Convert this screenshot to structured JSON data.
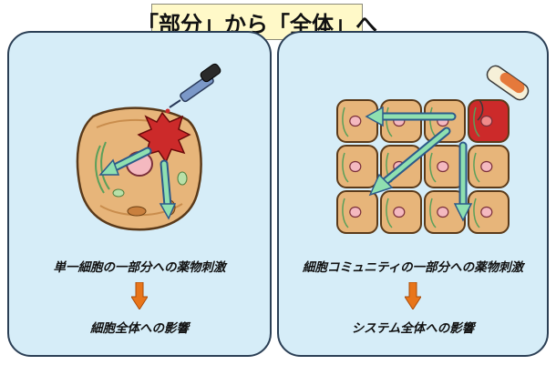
{
  "title": "「部分」から「全体」へ",
  "left_panel": {
    "caption_top": "単一細胞の一部分への薬物刺激",
    "caption_bottom": "細胞全体への影響"
  },
  "right_panel": {
    "caption_top": "細胞コミュニティの一部分への薬物刺激",
    "caption_bottom": "システム全体への影響"
  },
  "colors": {
    "panel_bg": "#d6edf8",
    "title_bg": "#fff9c8",
    "arrow_orange": "#e8751a",
    "cell_fill": "#e7b57a",
    "stimulated_red": "#cc2a2a",
    "effect_arrow": "#8fe0b0"
  },
  "icons": [
    "dropper-icon",
    "test-tube-icon",
    "cell-icon",
    "cell-grid-icon",
    "down-arrow-icon"
  ]
}
